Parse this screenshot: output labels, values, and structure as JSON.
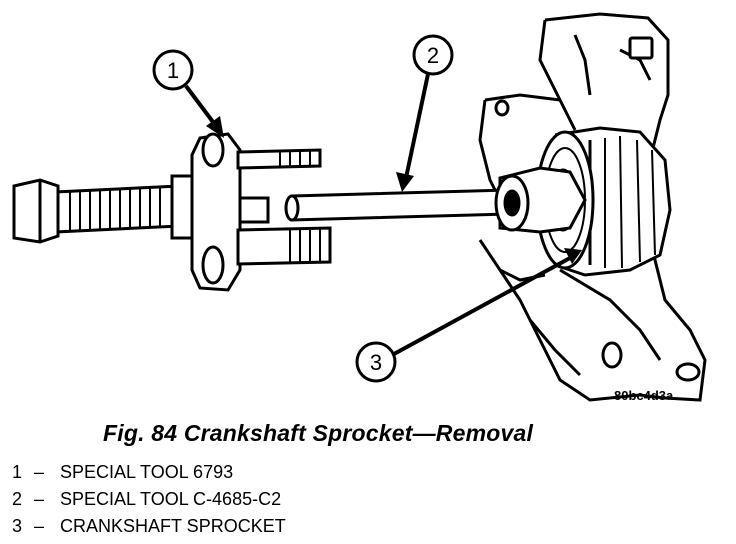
{
  "figure": {
    "caption": "Fig. 84 Crankshaft Sprocket—Removal",
    "image_code": "80bc4d3a"
  },
  "callouts": [
    "1",
    "2",
    "3"
  ],
  "legend": [
    {
      "number": "1",
      "separator": "–",
      "text": "SPECIAL TOOL 6793"
    },
    {
      "number": "2",
      "separator": "–",
      "text": "SPECIAL TOOL C-4685-C2"
    },
    {
      "number": "3",
      "separator": "–",
      "text": "CRANKSHAFT SPROCKET"
    }
  ]
}
